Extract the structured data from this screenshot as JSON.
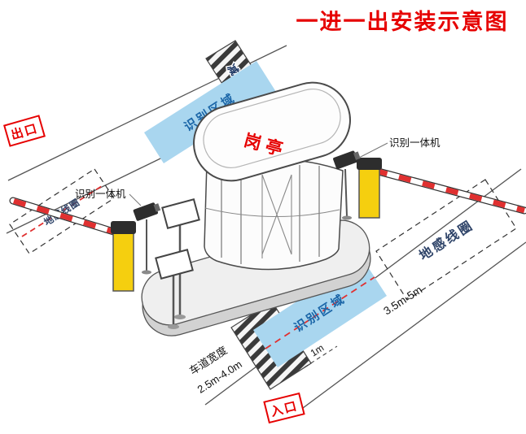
{
  "title": "一进一出安装示意图",
  "labels": {
    "exit": "出口",
    "entrance": "入口",
    "booth": "岗亭",
    "speed_bump": "减速带",
    "recognition_area": "识别区域",
    "ground_coil": "地感线圈",
    "camera_unit": "识别一体机"
  },
  "dimensions": {
    "gap": "3.5m-5m",
    "offset": "1m",
    "lane_width_label": "车道宽度",
    "lane_width_value": "2.5m-4.0m"
  },
  "colors": {
    "accent_red": "#e60000",
    "dashed_red": "#e03030",
    "recognition_blue": "#a9d6ef",
    "recognition_text_blue": "#1b66a8",
    "coil_text_blue": "#2f4469",
    "barrier_yellow": "#f5cf0f"
  }
}
